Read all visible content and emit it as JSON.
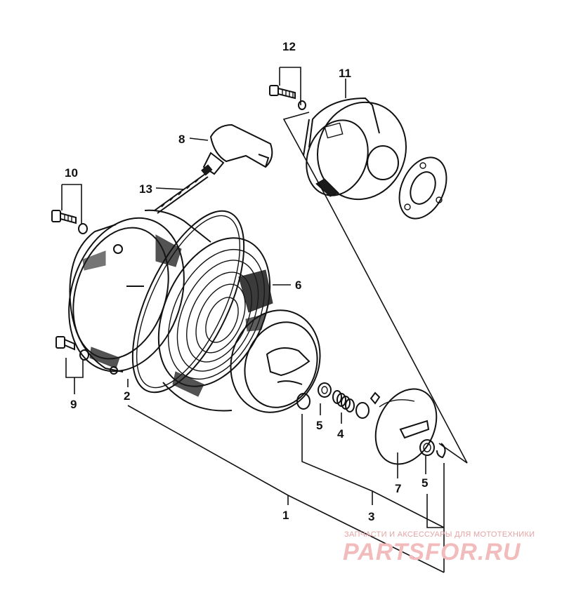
{
  "callouts": {
    "c1": "1",
    "c2": "2",
    "c3": "3",
    "c4": "4",
    "c5a": "5",
    "c5b": "5",
    "c6": "6",
    "c7": "7",
    "c8": "8",
    "c9": "9",
    "c10": "10",
    "c11": "11",
    "c12": "12",
    "c13": "13"
  },
  "watermark": {
    "tagline": "ЗАПЧАСТИ И АКСЕССУАРЫ ДЛЯ МОТОТЕХНИКИ",
    "logo": "PARTSFOR.RU"
  },
  "colors": {
    "ink": "#111111",
    "watermark": "#f2bcbc"
  }
}
